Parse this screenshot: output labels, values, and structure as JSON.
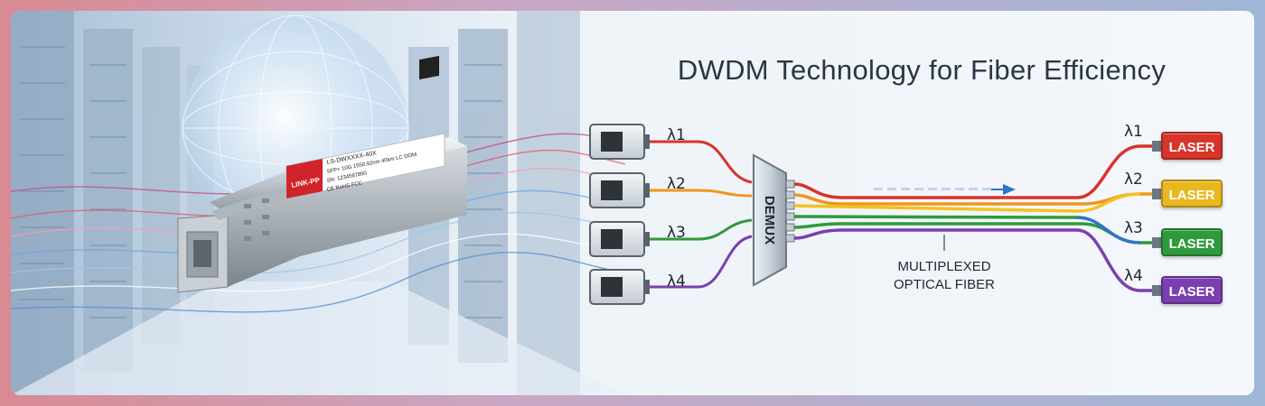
{
  "title": "DWDM Technology for Fiber Efficiency",
  "demux_label": "DEMUX",
  "fiber_caption_lines": [
    "MULTIPLEXED",
    "OPTICAL FIBER"
  ],
  "module": {
    "label_lines": [
      "LS-DWXXXX-40X",
      "SFP+ 10G 1550.92nm 40km LC DOM",
      "SN: 1234567890"
    ],
    "brand": "LINK-PP",
    "cert": "CE RoHS FCC"
  },
  "channels": [
    {
      "input_label": "λ1",
      "output_label": "λ1",
      "laser_label": "LASER",
      "color": "#d8342a",
      "laser_color": "#d8342a"
    },
    {
      "input_label": "λ2",
      "output_label": "λ2",
      "laser_label": "LASER",
      "color": "#f0961c",
      "laser_color": "#e8b81e"
    },
    {
      "input_label": "λ3",
      "output_label": "λ3",
      "laser_label": "LASER",
      "color": "#2f9a3c",
      "laser_color": "#2f9a3c"
    },
    {
      "input_label": "λ4",
      "output_label": "λ4",
      "laser_label": "LASER",
      "color": "#7a3fb0",
      "laser_color": "#7a3fb0"
    }
  ],
  "colors": {
    "fiber_yellow": "#f2c320",
    "fiber_blue": "#2f74c8",
    "arrow": "#2f74c8"
  }
}
